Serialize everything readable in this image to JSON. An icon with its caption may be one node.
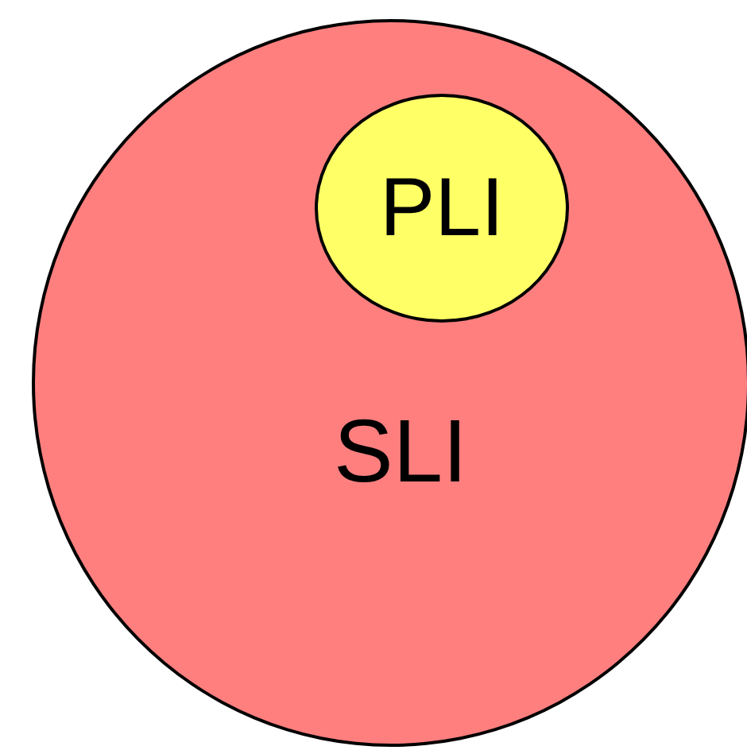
{
  "diagram": {
    "nodes": [
      {
        "text": [
          "SLI"
        ]
      },
      {
        "text": [
          "PLI"
        ],
        "in": 0
      }
    ]
  }
}
